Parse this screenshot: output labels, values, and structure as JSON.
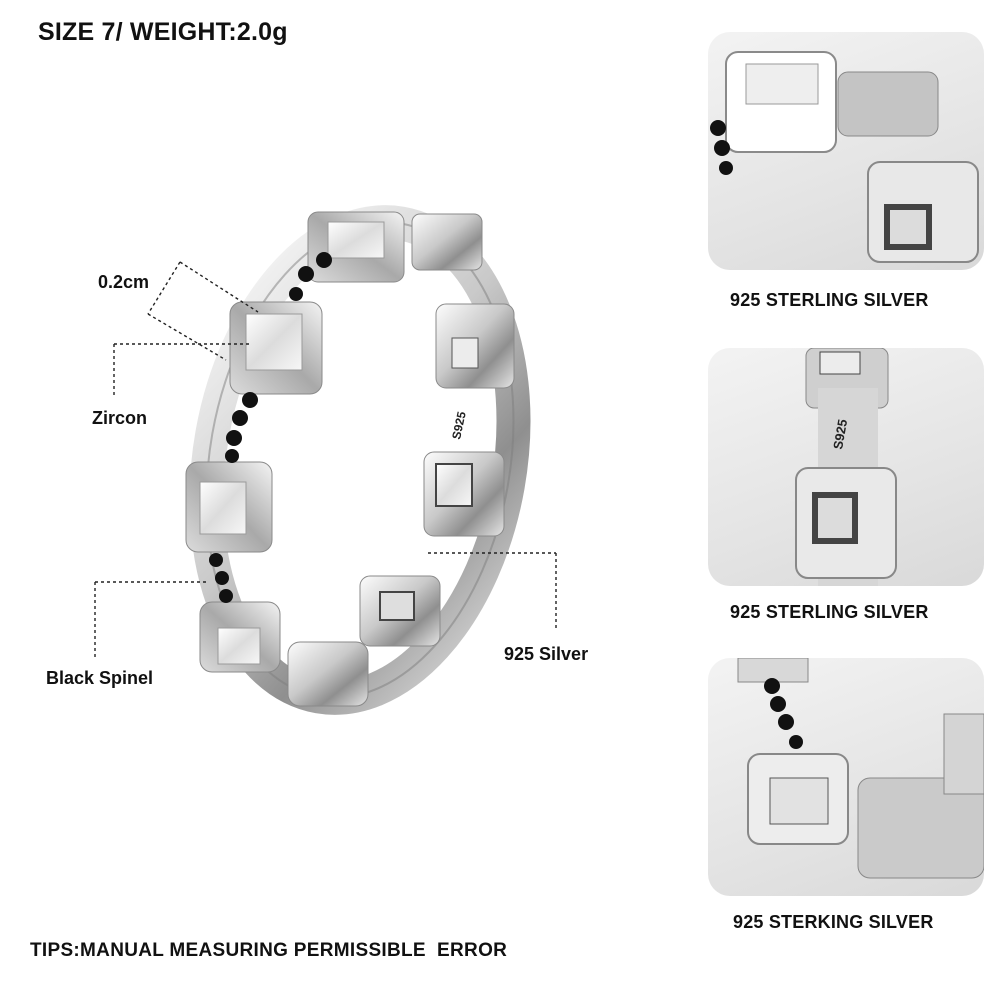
{
  "header": {
    "size_weight": "SIZE 7/ WEIGHT:2.0g"
  },
  "callouts": {
    "measure": "0.2cm",
    "zircon": "Zircon",
    "black_spinel": "Black Spinel",
    "silver": "925 Silver",
    "stamp": "S925"
  },
  "detail_panels": [
    {
      "caption": "925 STERLING SILVER"
    },
    {
      "caption": "925 STERLING SILVER",
      "stamp": "S925"
    },
    {
      "caption": "925 STERKING SILVER"
    }
  ],
  "footer": {
    "tips": "TIPS:MANUAL MEASURING PERMISSIBLE  ERROR"
  }
}
